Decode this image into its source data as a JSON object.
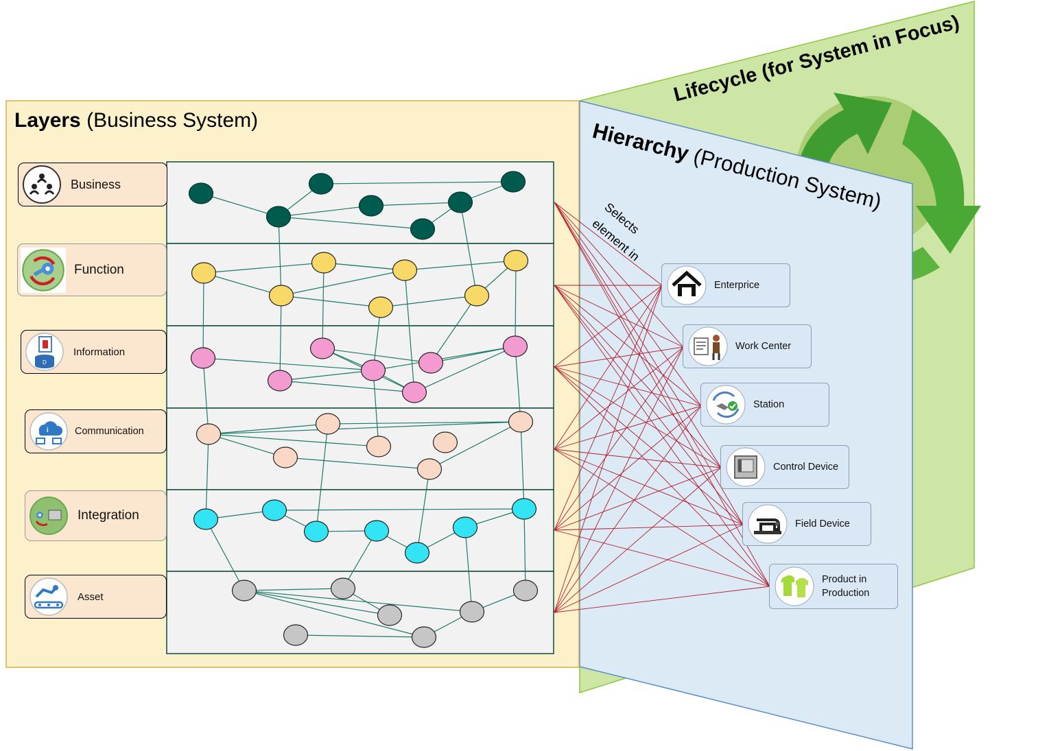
{
  "titles": {
    "layers_bold": "Layers",
    "layers_rest": " (Business System)",
    "hierarchy_bold": "Hierarchy",
    "hierarchy_rest": " (Production System)",
    "lifecycle": "Lifecycle (for System in Focus)",
    "selects_line1": "Selects",
    "selects_line2": "element in"
  },
  "layers": [
    {
      "label": "Business",
      "icon": "people-network-icon"
    },
    {
      "label": "Function",
      "icon": "gear-cycle-icon"
    },
    {
      "label": "Information",
      "icon": "database-document-icon"
    },
    {
      "label": "Communication",
      "icon": "cloud-network-icon"
    },
    {
      "label": "Integration",
      "icon": "device-connector-icon"
    },
    {
      "label": "Asset",
      "icon": "robot-conveyor-icon"
    }
  ],
  "hierarchy": [
    {
      "label": "Enterprice",
      "icon": "house-icon"
    },
    {
      "label": "Work Center",
      "icon": "worker-document-icon"
    },
    {
      "label": "Station",
      "icon": "handshake-check-icon"
    },
    {
      "label": "Control Device",
      "icon": "control-panel-icon"
    },
    {
      "label": "Field Device",
      "icon": "sewing-machine-icon"
    },
    {
      "label": "Product in Production",
      "icon": "clothing-icon"
    }
  ],
  "colors": {
    "business_node": "#005a4e",
    "function_node": "#f8d867",
    "information_node": "#f39ad0",
    "communication_node": "#f9d8c6",
    "integration_node": "#33e4f4",
    "asset_node": "#c6c6c6",
    "edge": "#1e7a68",
    "selector_line": "#b31b2c",
    "layers_panel": "#fdf1cc",
    "hierarchy_panel": "#dbeaf5",
    "lifecycle_panel": "#cde6a6"
  }
}
